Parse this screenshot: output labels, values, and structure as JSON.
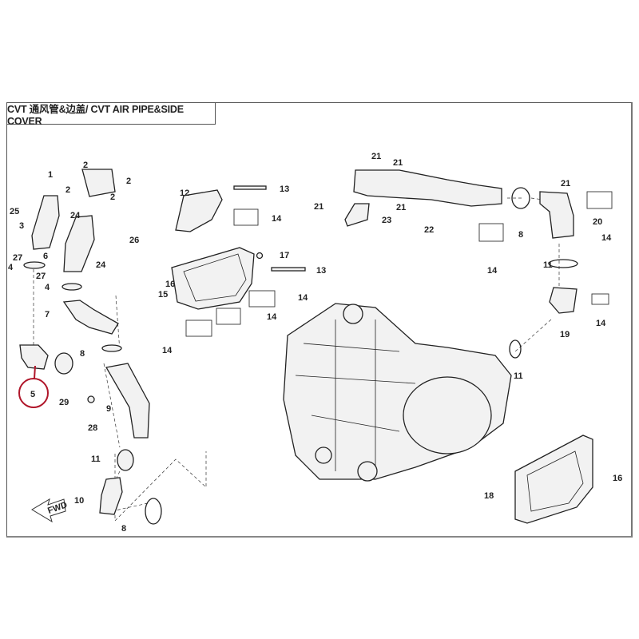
{
  "title": "CVT 通风管&边盖/ CVT AIR PIPE&SIDE COVER",
  "fwd_label": "FWD",
  "highlight_color": "#b0162a",
  "highlighted_part": "5",
  "callouts": [
    "2",
    "1",
    "2",
    "2",
    "2",
    "25",
    "24",
    "3",
    "26",
    "27",
    "6",
    "24",
    "4",
    "27",
    "4",
    "7",
    "8",
    "29",
    "5",
    "9",
    "28",
    "11",
    "10",
    "8",
    "12",
    "13",
    "14",
    "17",
    "13",
    "16",
    "15",
    "14",
    "14",
    "14",
    "21",
    "21",
    "21",
    "21",
    "23",
    "22",
    "8",
    "14",
    "21",
    "20",
    "14",
    "11",
    "19",
    "14",
    "11",
    "18",
    "16"
  ]
}
